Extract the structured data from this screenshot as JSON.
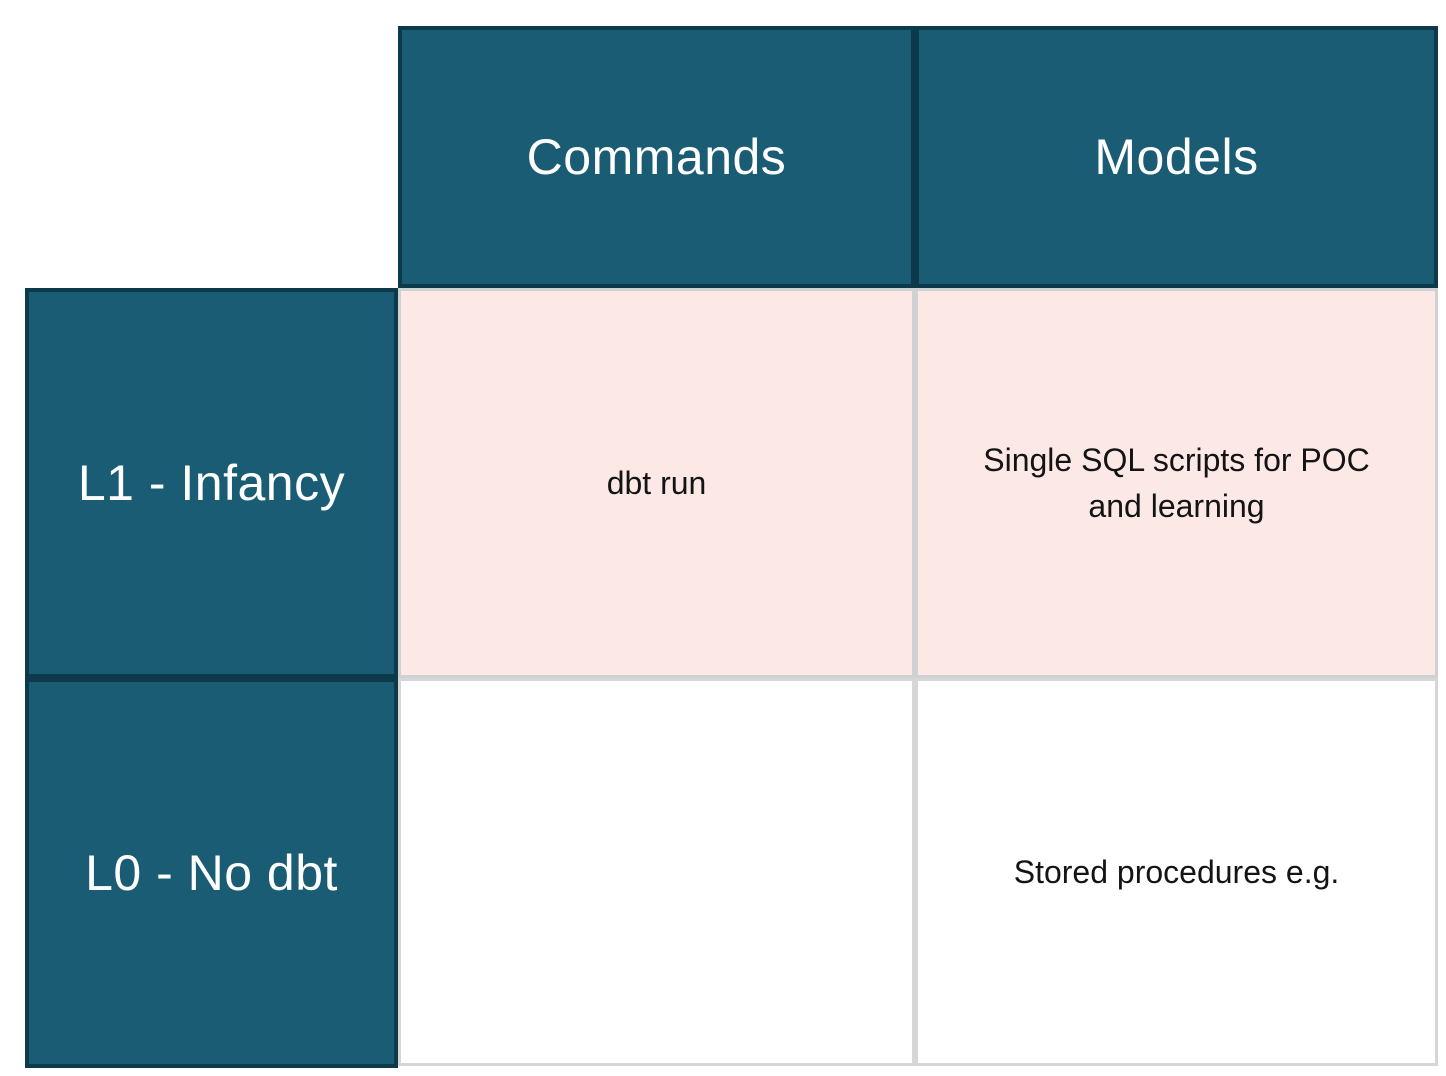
{
  "table": {
    "description": "dbt maturity matrix table",
    "columns": [
      {
        "label": "Commands"
      },
      {
        "label": "Models"
      }
    ],
    "rows": [
      {
        "header": "L1 - Infancy",
        "cells": {
          "commands": "dbt run",
          "models": "Single SQL scripts for POC and learning"
        }
      },
      {
        "header": "L0 - No dbt",
        "cells": {
          "commands": "",
          "models": "Stored procedures e.g."
        }
      }
    ],
    "colors": {
      "header_bg": "#1A5C74",
      "header_border": "#0D3A4A",
      "header_text": "#FFFFFF",
      "l1_row_bg": "#FCE9E5",
      "l0_row_bg": "#FFFFFF",
      "grid_border": "#CFD2D2",
      "body_text": "#141414",
      "page_bg": "#FFFFFF"
    }
  }
}
